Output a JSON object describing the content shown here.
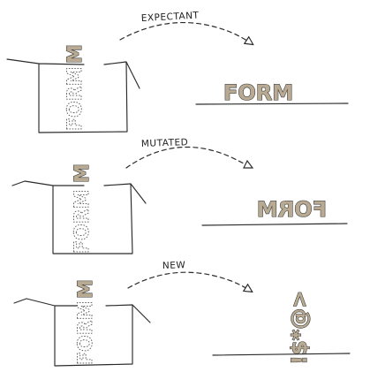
{
  "colors": {
    "fill": "#b9ab93",
    "ink": "#2b2b2b"
  },
  "panels": [
    {
      "label": "EXPECTANT",
      "word": "FORM",
      "result": "FORM",
      "result_style": "normal"
    },
    {
      "label": "MUTATED",
      "word": "FORM",
      "result": "FORM",
      "result_style": "mirrored"
    },
    {
      "label": "NEW",
      "word": "FORM",
      "result": "!$*@>",
      "result_style": "stacked-symbols"
    }
  ]
}
